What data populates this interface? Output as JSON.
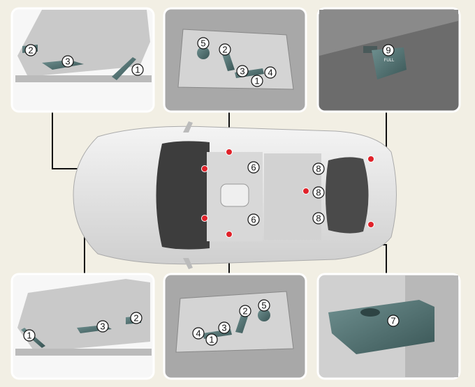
{
  "labels": {
    "n1": "1",
    "n2": "2",
    "n3": "3",
    "n4": "4",
    "n5": "5",
    "n6": "6",
    "n7": "7",
    "n8": "8",
    "n9": "9"
  },
  "lever_text": "FULL",
  "colors": {
    "background": "#f2efe4",
    "marker": "#e0222a",
    "control": "#4a6b6b"
  }
}
